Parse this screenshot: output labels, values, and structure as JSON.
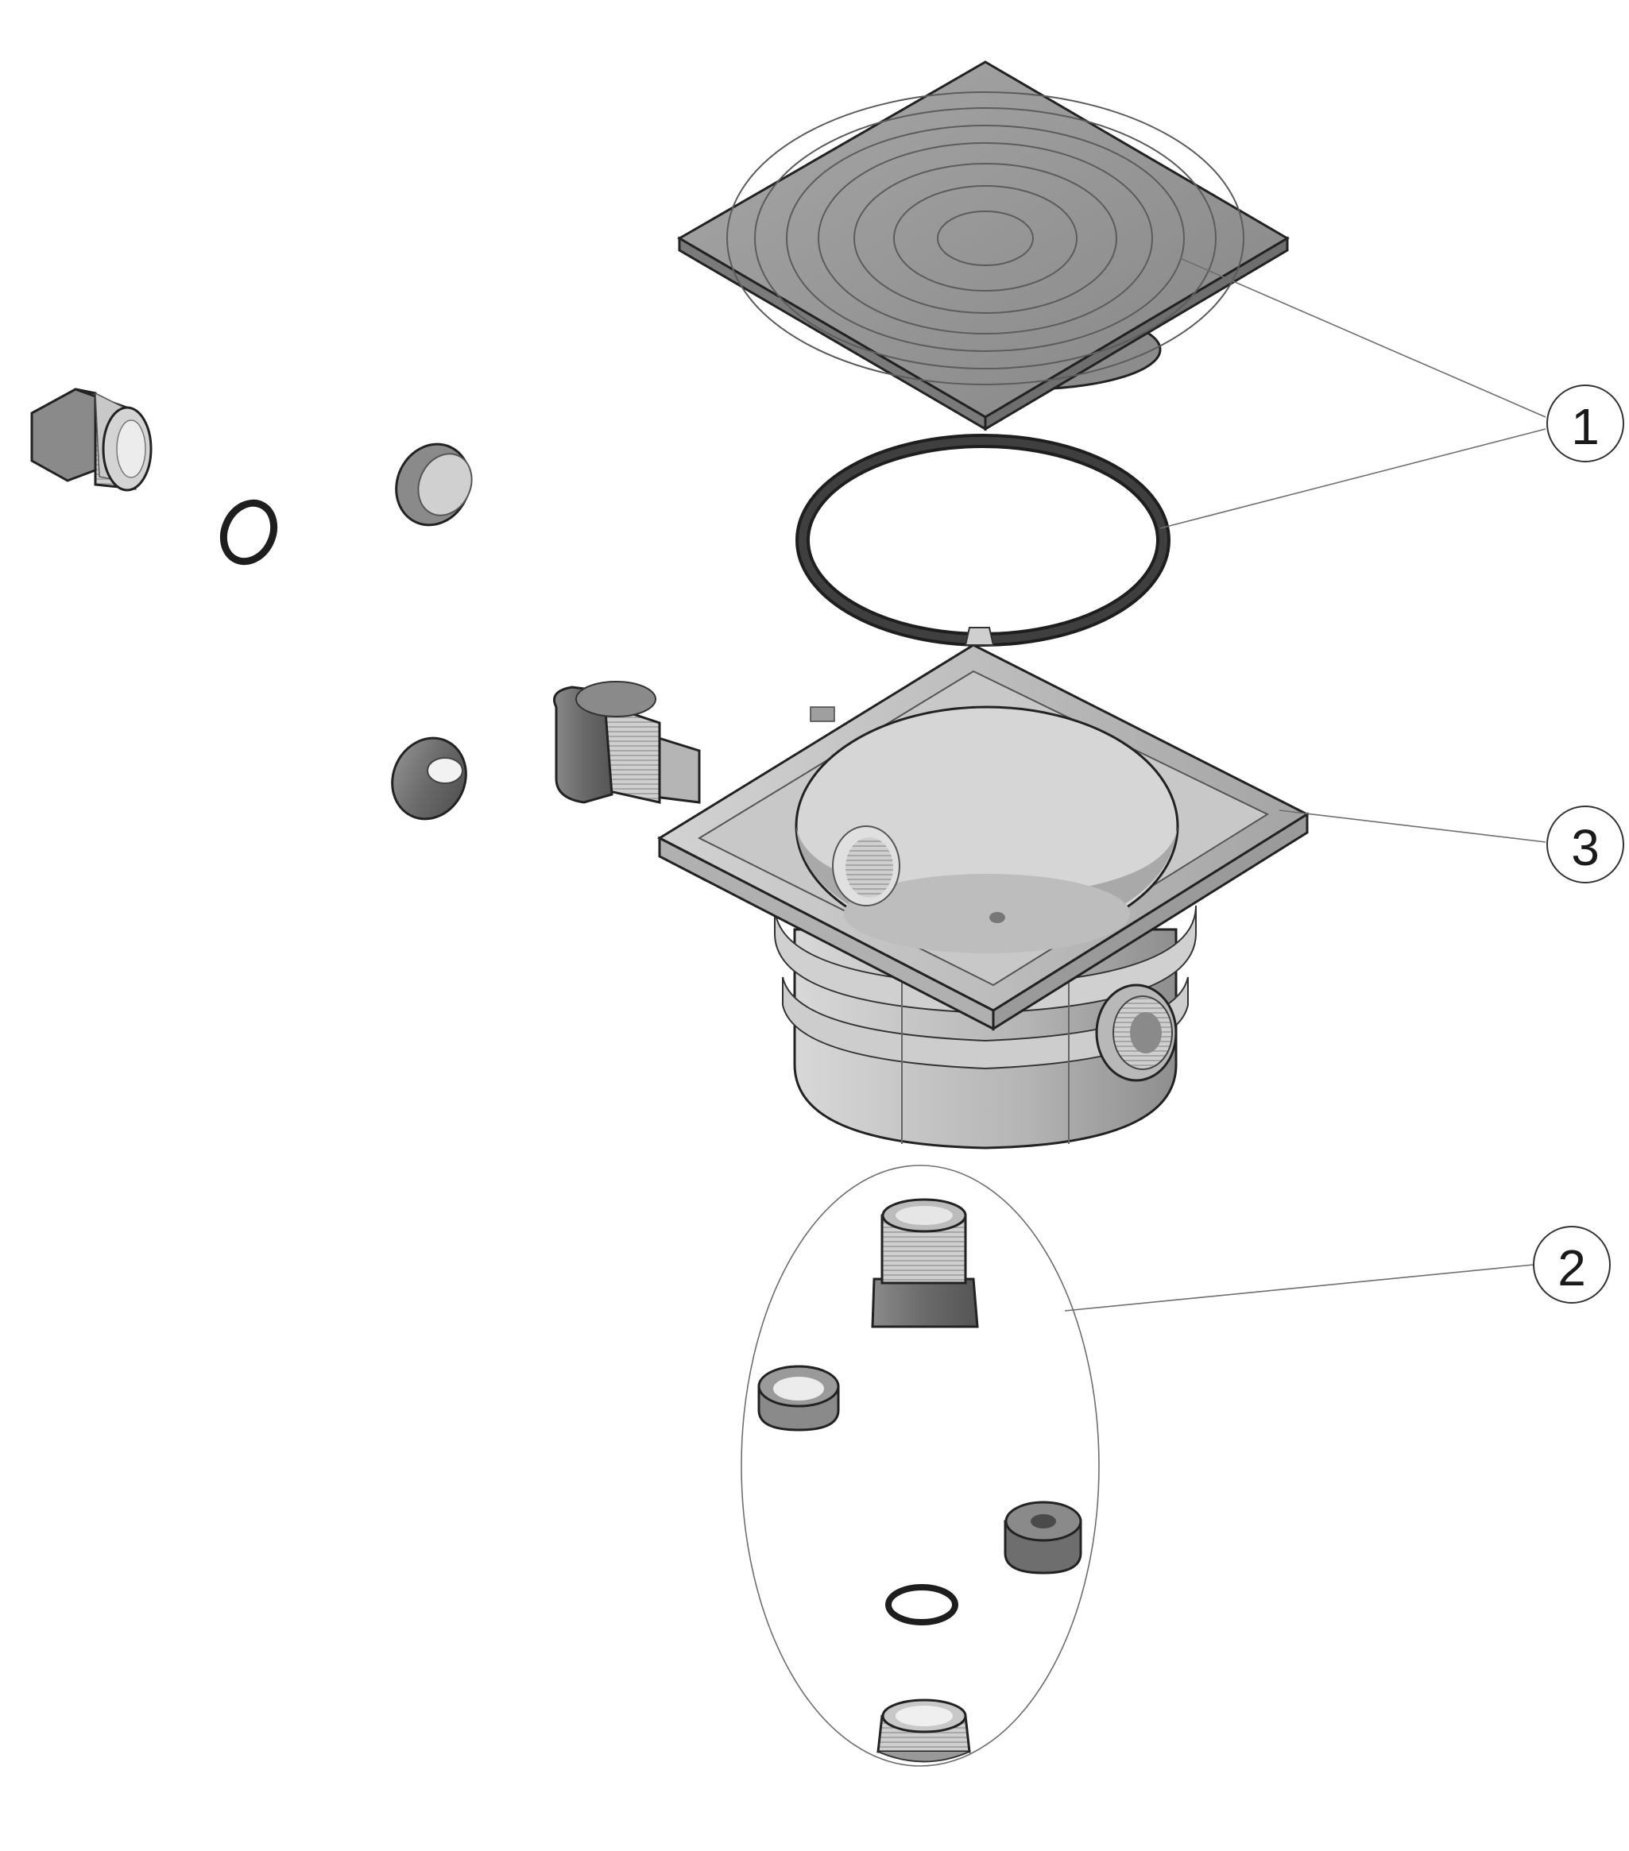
{
  "callouts": [
    {
      "id": "1",
      "label": "1"
    },
    {
      "id": "2",
      "label": "2"
    },
    {
      "id": "3",
      "label": "3"
    }
  ],
  "parts": [
    {
      "name": "drain-grate"
    },
    {
      "name": "large-o-ring-seal"
    },
    {
      "name": "drain-body"
    },
    {
      "name": "side-outlet-fitting"
    },
    {
      "name": "threaded-adapter"
    },
    {
      "name": "small-o-ring"
    },
    {
      "name": "reducer-ring"
    },
    {
      "name": "spacer-ring"
    },
    {
      "name": "accessory-kit-group"
    }
  ],
  "colors": {
    "part_fill": "#9a9a9a",
    "part_light": "#c4c4c4",
    "part_dark": "#6a6a6a",
    "seal": "#3a3a3a",
    "leader": "#6f6f6f"
  }
}
